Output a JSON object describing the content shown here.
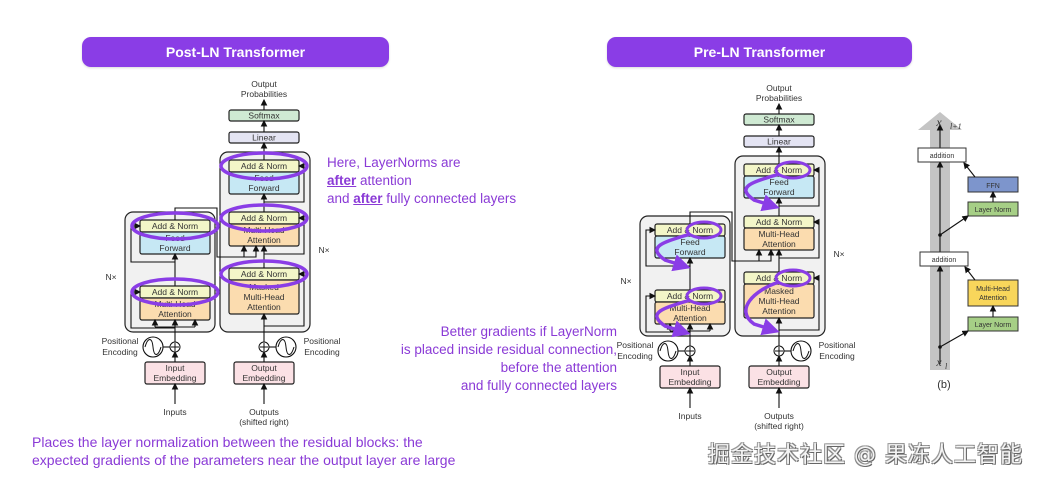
{
  "titles": {
    "post_ln": "Post-LN Transformer",
    "pre_ln": "Pre-LN Transformer"
  },
  "colors": {
    "accent_purple": "#8a3de6",
    "note_text": "#8a3ad6",
    "add_norm_fill": "#f3f6c8",
    "feed_forward_fill": "#c6e8f4",
    "attention_fill": "#fbdcaf",
    "embedding_fill": "#fbe1e5",
    "softmax_fill": "#cfead3",
    "linear_fill": "#e4e4f3",
    "ffn_blue": "#7d95cc",
    "layer_norm_green": "#a6cf86",
    "mha_yellow": "#f8d65b"
  },
  "notes": {
    "post_ln_right": {
      "line1": "Here, LayerNorms are",
      "line2_bold": "after",
      "line2_rest": " attention",
      "line3_pre": "and ",
      "line3_bold": "after",
      "line3_rest": " fully connected layers"
    },
    "post_ln_bottom": {
      "line1": "Places the layer normalization between the residual blocks: the",
      "line2": "expected gradients of the parameters near the output layer are large"
    },
    "pre_ln_left": {
      "line1": "Better gradients if LayerNorm",
      "line2": "is placed inside residual connection,",
      "line3": "before the attention",
      "line4": "and fully connected layers"
    }
  },
  "transformer_labels": {
    "output_probabilities_1": "Output",
    "output_probabilities_2": "Probabilities",
    "softmax": "Softmax",
    "linear": "Linear",
    "add_norm": "Add & Norm",
    "feed_1": "Feed",
    "feed_2": "Forward",
    "mha_1": "Multi-Head",
    "mha_2": "Attention",
    "masked": "Masked",
    "nx": "N×",
    "pos_enc_1": "Positional",
    "pos_enc_2": "Encoding",
    "input_emb_1": "Input",
    "input_emb_2": "Embedding",
    "output_emb_1": "Output",
    "output_emb_2": "Embedding",
    "inputs": "Inputs",
    "outputs_1": "Outputs",
    "outputs_2": "(shifted right)"
  },
  "block_b": {
    "x_top": "x",
    "x_top_sub": "l+1",
    "x_bottom": "x",
    "x_bottom_sub": "l",
    "addition": "addition",
    "ffn": "FFN",
    "layer_norm": "Layer Norm",
    "mha_1": "Multi-Head",
    "mha_2": "Attention",
    "caption": "(b)"
  },
  "watermark": "掘金技术社区 @ 果冻人工智能"
}
